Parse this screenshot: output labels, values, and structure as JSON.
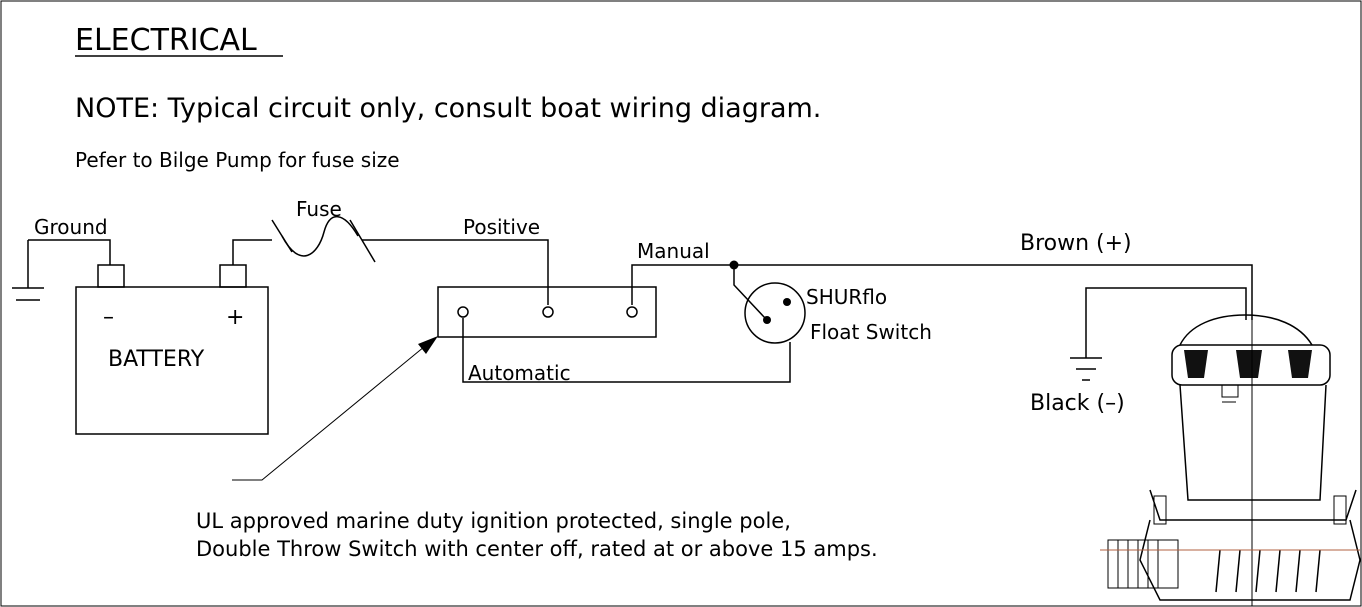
{
  "heading": "ELECTRICAL",
  "note": "NOTE: Typical circuit only, consult boat wiring diagram.",
  "fuse_note": "Pefer to Bilge Pump for fuse size",
  "labels": {
    "ground": "Ground",
    "fuse": "Fuse",
    "positive": "Positive",
    "manual": "Manual",
    "brown": "Brown (+)",
    "battery": "BATTERY",
    "battery_neg": "–",
    "battery_pos": "+",
    "float_switch_line1": "SHURflo",
    "float_switch_line2": "Float Switch",
    "automatic": "Automatic",
    "black": "Black (–)"
  },
  "switch_description": {
    "line1": "UL approved marine duty ignition protected, single pole,",
    "line2": "Double Throw Switch with center off, rated at or above 15 amps."
  },
  "colors": {
    "line": "#000000",
    "background": "#ffffff"
  }
}
